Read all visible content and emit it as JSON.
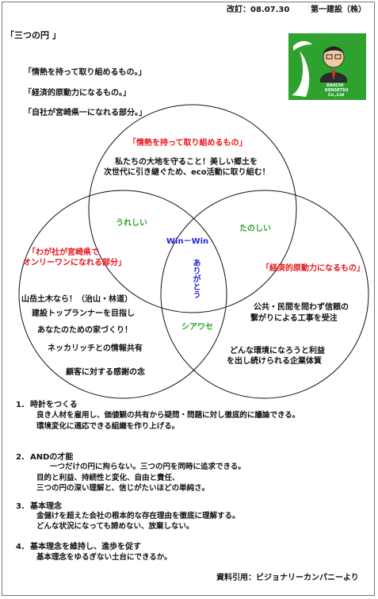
{
  "header": {
    "revision": "改訂：08.07.30",
    "company": "第一建設（株）"
  },
  "title": "「三つの円 」",
  "intro_lines": [
    "「情熱を持って取り組めるもの。」",
    "「経済的原動力になるもの。」",
    "「自社が宮崎県一になれる部分。」"
  ],
  "logo": {
    "text_line1": "DAIICHI",
    "text_line2": "KENSETSU",
    "text_line3": "Co.,Ltd",
    "colors": {
      "green": "#2fa12f",
      "white": "#ffffff"
    }
  },
  "venn": {
    "top_circle": {
      "label": "「情熱を持って取り組めるもの」",
      "body": [
        "私たちの大地を守ること！美しい郷土を",
        "次世代に引き継ぐため、eco活動に取り組む！"
      ]
    },
    "left_circle": {
      "label": [
        "「わが社が宮崎県で",
        "オンリーワンになれる部分」"
      ],
      "body": [
        "山岳土木なら！（治山・林道）",
        "建設トップランナーを目指し",
        "あなたのための家づくり！",
        "ネッカリッチとの情報共有",
        "顧客に対する感謝の念"
      ]
    },
    "right_circle": {
      "label": "「経済的原動力になるもの」",
      "body": [
        "公共・民間を問わず信頼の",
        "繋がりによる工事を受注",
        "どんな環境になろうと利益",
        "を出し続けられる企業体質"
      ]
    },
    "overlaps": {
      "top_left": "うれしい",
      "top_right": "たのしい",
      "left_right": "シアワセ",
      "center_top": "Win－Win",
      "center_vertical": "ありがとう"
    }
  },
  "sections": [
    {
      "number": "1.",
      "heading": "時計をつくる",
      "lines": [
        "良き人材を雇用し、価値観の共有から疑問・問題に対し徹底的に議論できる。",
        "環境変化に適応できる組織を作り上げる。"
      ]
    },
    {
      "number": "2.",
      "heading": "ANDの才能",
      "lines": [
        "一つだけの円に拘らない。三つの円を同時に追求できる。",
        "目的と利益、持続性と変化、自由と責任、",
        "三つの円の深い理解と、信じがたいほどの単純さ。"
      ]
    },
    {
      "number": "3.",
      "heading": "基本理念",
      "lines": [
        "金儲けを超えた会社の根本的な存在理由を徹底に理解する。",
        "どんな状況になっても諦めない、放棄しない。"
      ]
    },
    {
      "number": "4.",
      "heading": "基本理念を維持し、進歩を促す",
      "lines": [
        "基本理念をゆるぎない土台にできるか。"
      ]
    }
  ],
  "footer": "資料引用：ビジョナリーカンパニーより"
}
